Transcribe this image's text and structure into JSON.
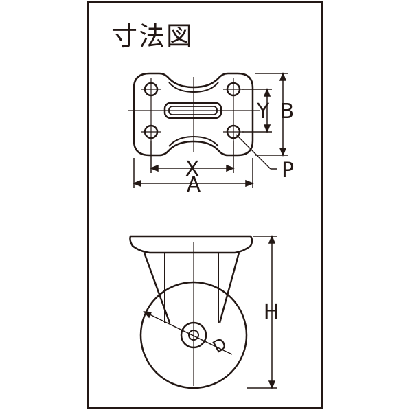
{
  "title": "寸法図",
  "labels": {
    "x": "X",
    "a": "A",
    "y": "Y",
    "b": "B",
    "p": "P",
    "h": "H",
    "d": "D"
  },
  "colors": {
    "line": "#231815",
    "background": "#ffffff"
  }
}
